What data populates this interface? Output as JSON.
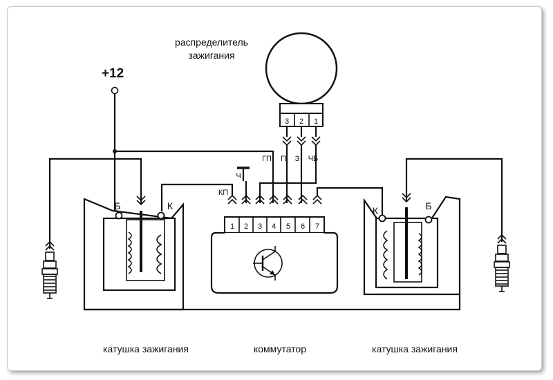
{
  "supply": {
    "label": "+12"
  },
  "distributor": {
    "title_line1": "распределитель",
    "title_line2": "зажигания",
    "pins": [
      "3",
      "2",
      "1"
    ],
    "wire_labels": {
      "gp": "ГП",
      "p": "П",
      "z": "З",
      "chb": "ЧБ"
    }
  },
  "commutator": {
    "label": "коммутатор",
    "pins": [
      "1",
      "2",
      "3",
      "4",
      "5",
      "6",
      "7"
    ],
    "wire_labels": {
      "kp": "КП",
      "ch": "Ч"
    }
  },
  "coil_left": {
    "label": "катушка зажигания",
    "terminal_b": "Б",
    "terminal_k": "К"
  },
  "coil_right": {
    "label": "катушка зажигания",
    "terminal_b": "Б",
    "terminal_k": "К"
  },
  "colors": {
    "ink": "#111111",
    "background": "#ffffff",
    "frame": "#c8c8c8"
  }
}
